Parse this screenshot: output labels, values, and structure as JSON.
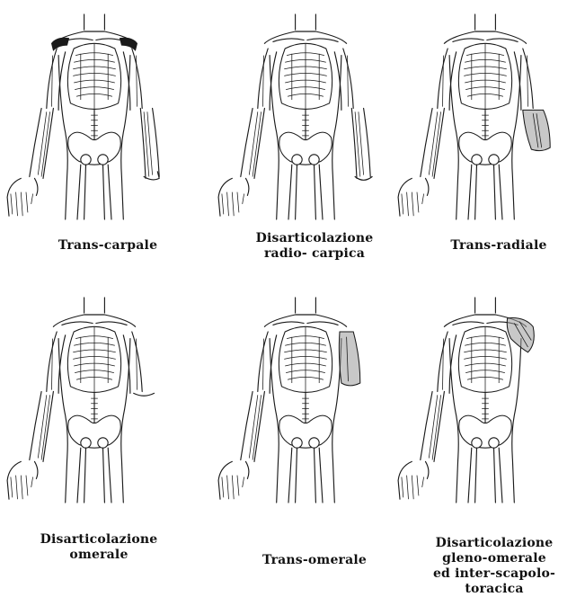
{
  "figures": [
    {
      "id": "trans-carpale",
      "label_lines": [
        "Trans-carpale"
      ]
    },
    {
      "id": "disarticolazione-radio-carpica",
      "label_lines": [
        "Disarticolazione",
        "radio- carpica"
      ]
    },
    {
      "id": "trans-radiale",
      "label_lines": [
        "Trans-radiale"
      ]
    },
    {
      "id": "disarticolazione-omerale",
      "label_lines": [
        "Disarticolazione",
        "omerale"
      ]
    },
    {
      "id": "trans-omerale",
      "label_lines": [
        "Trans-omerale"
      ]
    },
    {
      "id": "disarticolazione-gleno-omerale",
      "label_lines": [
        "Disarticolazione",
        "gleno-omerale",
        "ed inter-scapolo-toracica"
      ]
    }
  ],
  "colors": {
    "ink": "#1a1a1a",
    "stump_shade": "#9a9a9a"
  }
}
